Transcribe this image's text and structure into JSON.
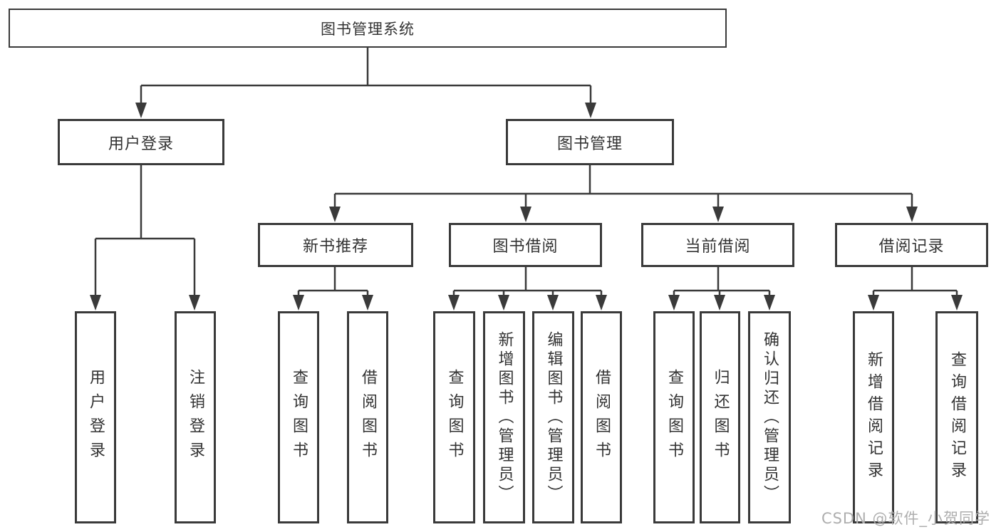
{
  "diagram": {
    "title": "图书管理系统",
    "level2": [
      {
        "label": "用户登录"
      },
      {
        "label": "图书管理"
      }
    ],
    "level3": [
      {
        "label": "新书推荐"
      },
      {
        "label": "图书借阅"
      },
      {
        "label": "当前借阅"
      },
      {
        "label": "借阅记录"
      }
    ],
    "leaves": {
      "under_user_login": [
        "用户登录",
        "注销登录"
      ],
      "under_new_books": [
        "查询图书",
        "借阅图书"
      ],
      "under_book_borrow": [
        "查询图书",
        "新增图书（管理员）",
        "编辑图书（管理员）",
        "借阅图书"
      ],
      "under_current_borrow": [
        "查询图书",
        "归还图书",
        "确认归还（管理员）"
      ],
      "under_borrow_records": [
        "新增借阅记录",
        "查询借阅记录"
      ]
    }
  },
  "watermark": "CSDN @软件_小贺同学",
  "colors": {
    "line": "#3a3a3a",
    "box_border": "#3a3a3a",
    "text": "#333333",
    "background": "#ffffff",
    "watermark": "#aeaeae"
  }
}
